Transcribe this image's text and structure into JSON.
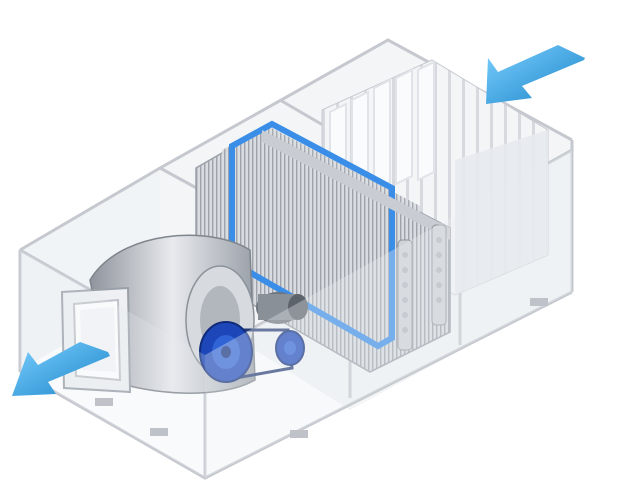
{
  "image": {
    "subject": "air-handling-unit-cutaway",
    "components": [
      "fan-housing",
      "motor",
      "belt-drive-pulleys",
      "cooling-coil",
      "heating-coil",
      "bag-filters",
      "casing-frame"
    ],
    "airflow": {
      "inlet": "top-right",
      "outlet": "bottom-left"
    },
    "colors": {
      "arrow": "#2aa3e6",
      "arrow_dark": "#1b84c8",
      "frame": "#c9cdd3",
      "glass": "#e9edf1",
      "coil_fin": "#b8bcc3",
      "coil_blue": "#3a8ee8",
      "pulley": "#1d47b8",
      "filter": "#f1f2f4"
    }
  }
}
